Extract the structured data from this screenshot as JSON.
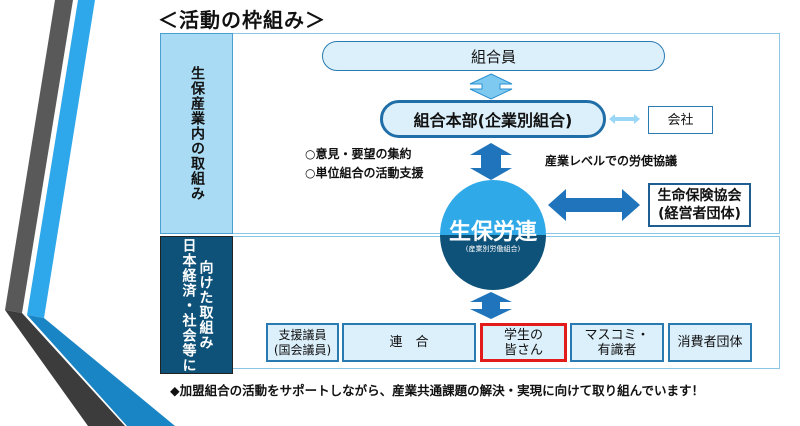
{
  "title": "＜活動の枠組み＞",
  "sections": {
    "top_label": "生保産業内の取組み",
    "bottom_label_col1": "日本経済・社会等に",
    "bottom_label_col2": "向けた取組み"
  },
  "nodes": {
    "members": "組合員",
    "hq": "組合本部(企業別組合)",
    "company": "会社",
    "federation": "生保労連",
    "federation_sub": "(産業別労働組合)",
    "lia_line1": "生命保険協会",
    "lia_line2": "(経営者団体)"
  },
  "notes": {
    "left1": "○意見・要望の集約",
    "left2": "○単位組合の活動支援",
    "right": "産業レベルでの労使協議"
  },
  "partners": [
    {
      "line1": "支援議員",
      "line2": "(国会議員)"
    },
    {
      "line1": "連　合",
      "line2": ""
    },
    {
      "line1": "学生の",
      "line2": "皆さん"
    },
    {
      "line1": "マスコミ・",
      "line2": "有識者"
    },
    {
      "line1": "消費者団体",
      "line2": ""
    }
  ],
  "footer": "◆加盟組合の活動をサポートしながら、産業共通課題の解決・実現に向けて取り組んでいます！",
  "colors": {
    "light_blue": "#a9dbf4",
    "navy": "#0f5279",
    "accent_blue": "#1f74bb",
    "highlight": "#e21b1b"
  }
}
